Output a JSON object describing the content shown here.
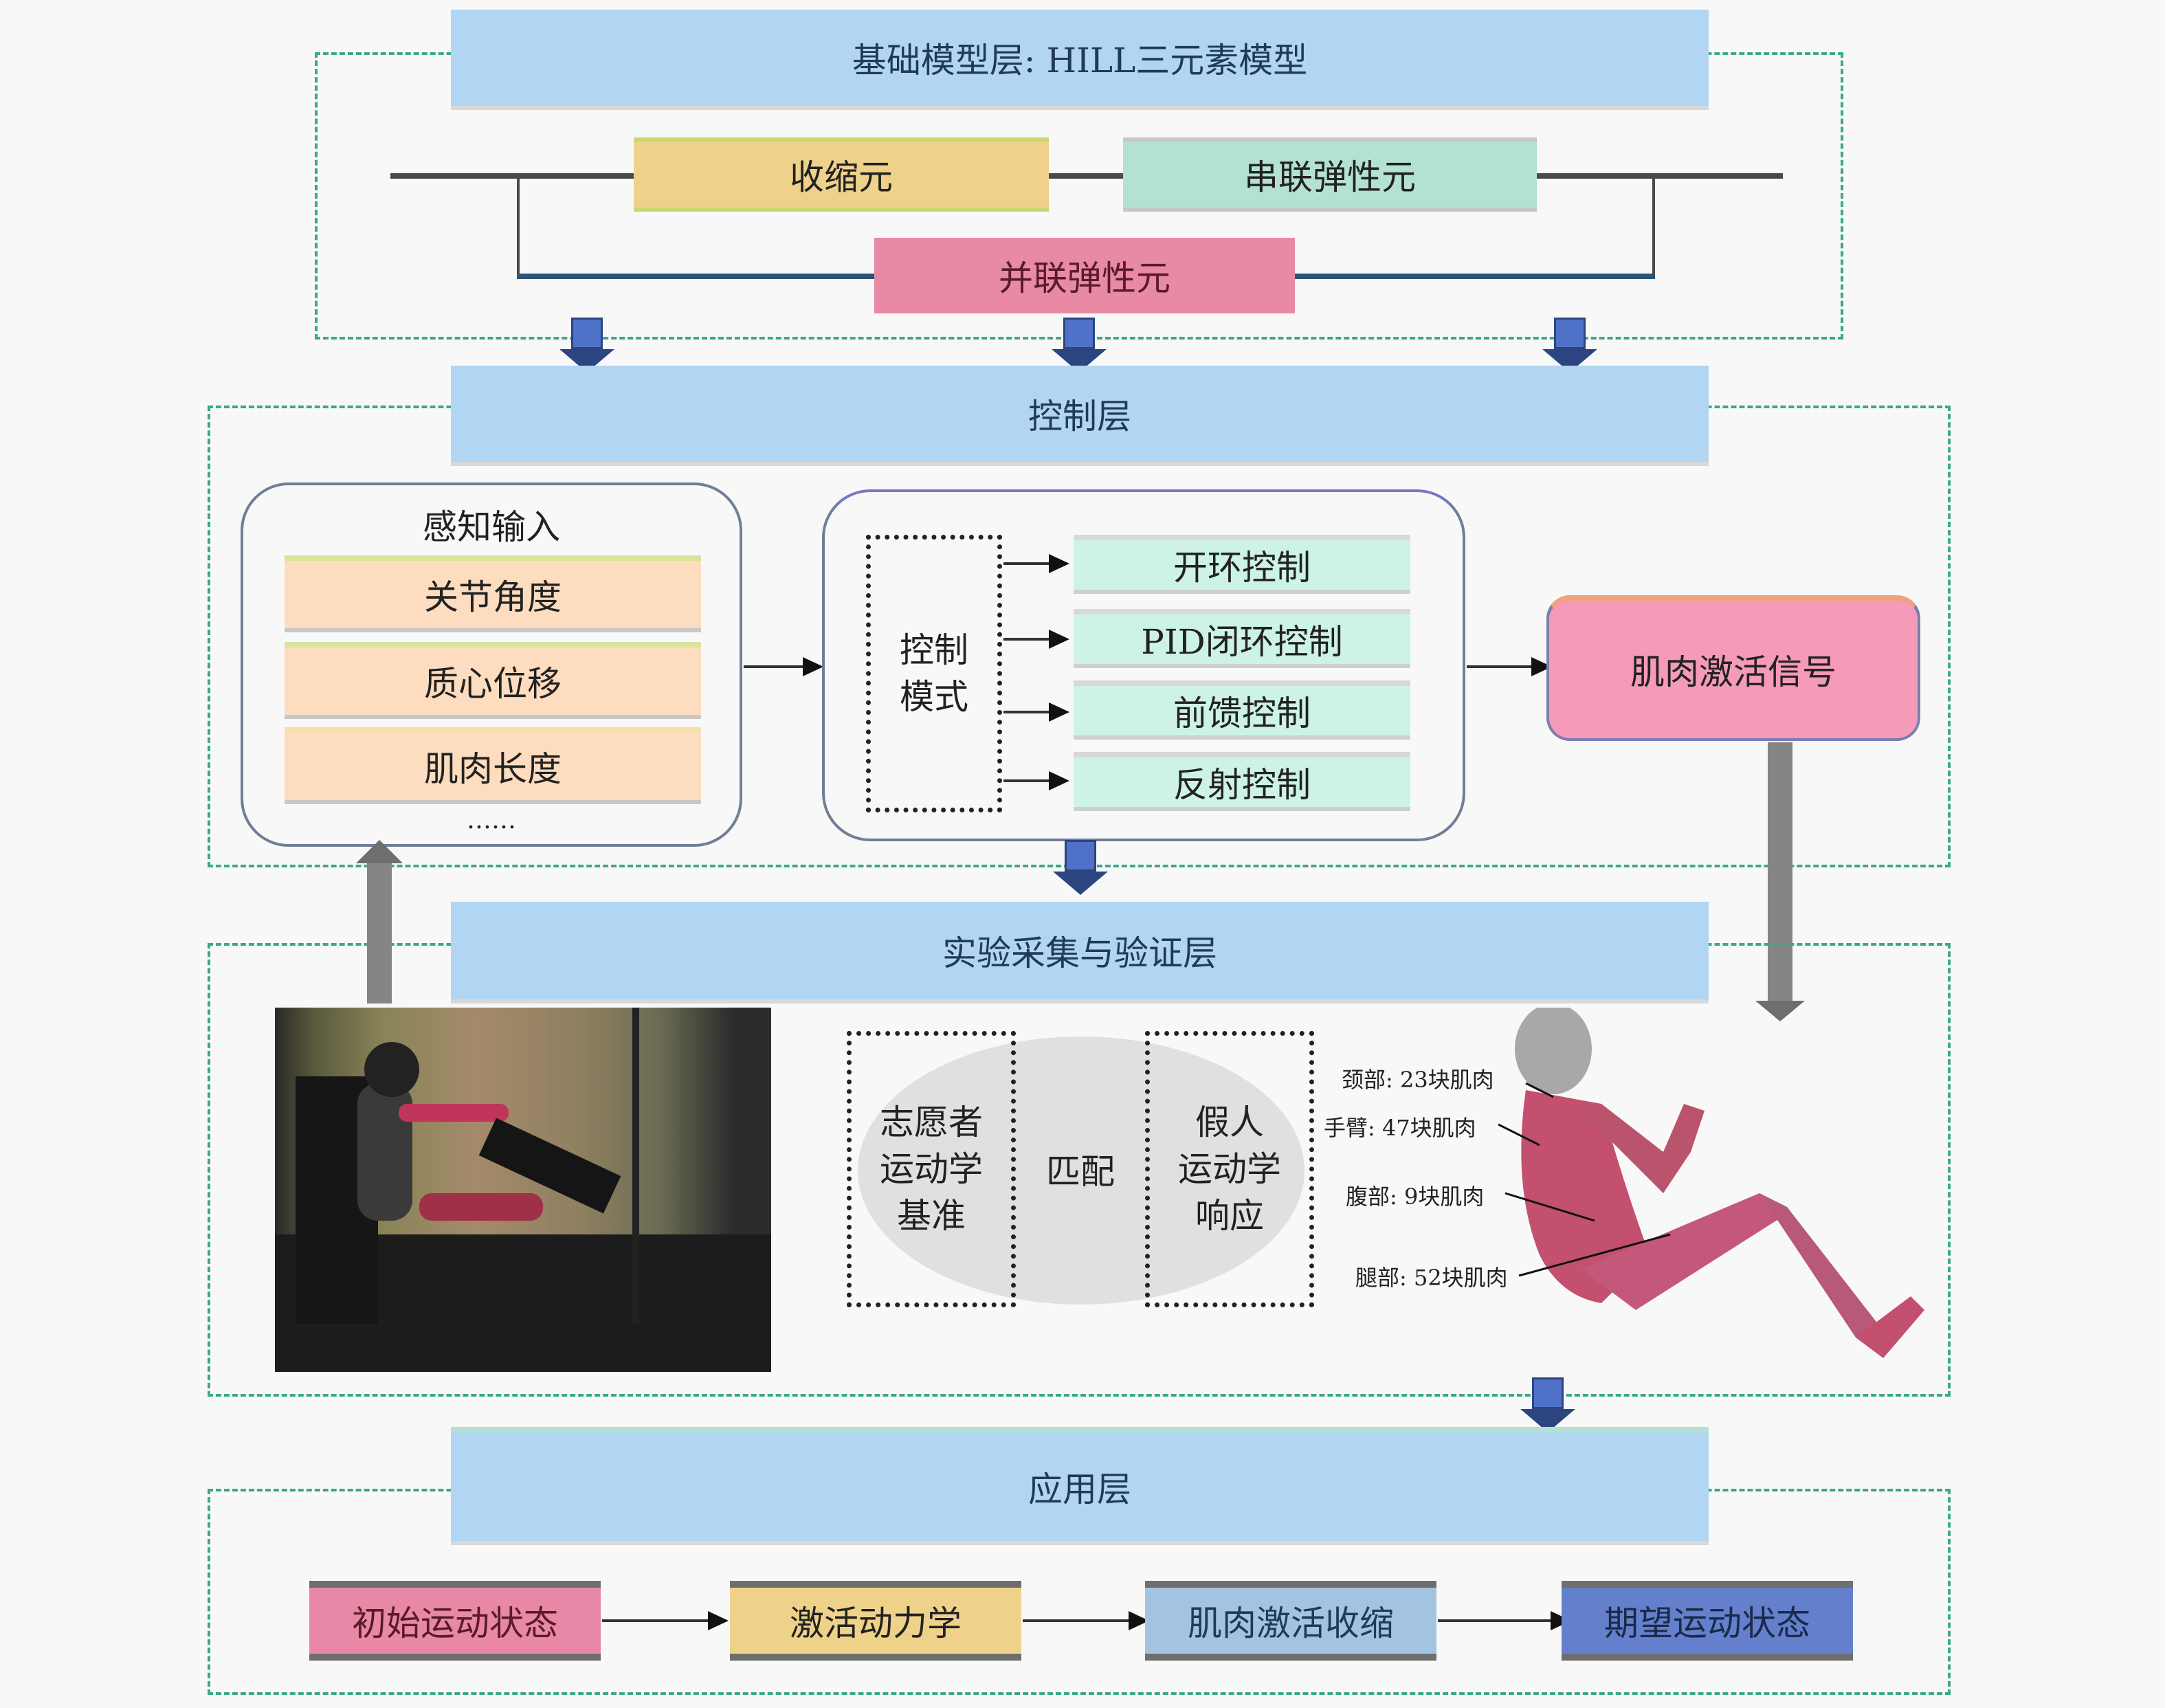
{
  "foundation_layer": {
    "title": "基础模型层: HILL三元素模型",
    "contractile": "收缩元",
    "series_elastic": "串联弹性元",
    "parallel_elastic": "并联弹性元"
  },
  "control_layer": {
    "title": "控制层",
    "perception": {
      "heading": "感知输入",
      "items": [
        "关节角度",
        "质心位移",
        "肌肉长度"
      ],
      "ellipsis": "……"
    },
    "control_mode": {
      "label_line1": "控制",
      "label_line2": "模式",
      "modes": [
        "开环控制",
        "PID闭环控制",
        "前馈控制",
        "反射控制"
      ]
    },
    "output": "肌肉激活信号"
  },
  "experiment_layer": {
    "title": "实验采集与验证层",
    "photo_alt": "志愿者驾驶模拟实验照片",
    "match": {
      "left_lines": [
        "志愿者",
        "运动学",
        "基准"
      ],
      "center": "匹配",
      "right_lines": [
        "假人",
        "运动学",
        "响应"
      ]
    },
    "model_labels": [
      "颈部: 23块肌肉",
      "手臂: 47块肌肉",
      "腹部: 9块肌肉",
      "腿部: 52块肌肉"
    ]
  },
  "application_layer": {
    "title": "应用层",
    "steps": [
      "初始运动状态",
      "激活动力学",
      "肌肉激活收缩",
      "期望运动状态"
    ]
  },
  "colors": {
    "layer_bar": "#b2d6f2",
    "contractile": "#efd28a",
    "series_elastic": "#b4e2d2",
    "parallel_elastic": "#e889a6",
    "input_item": "#fddcc0",
    "control_item": "#cdf2e6",
    "activation_signal": "#f59ab8",
    "step_initial": "#e888a6",
    "step_activation": "#efd28a",
    "step_contraction": "#a3c4e0",
    "step_desired": "#6480cc",
    "blue_arrow": "#4f72c8",
    "gray_arrow": "#858585",
    "dashed_frame": "#3aa88a"
  }
}
